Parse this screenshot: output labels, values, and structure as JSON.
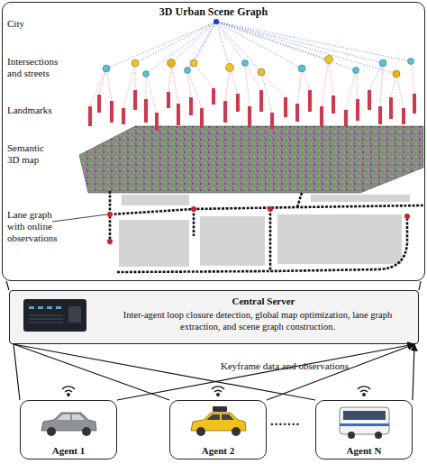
{
  "diagram": {
    "nodes": [
      {
        "text": [
          "3D Urban Scene Graph"
        ]
      },
      {
        "text": [
          "Central Server",
          "Inter-agent loop closure detection, global map optimization, lane graph extraction, and scene graph construction."
        ]
      },
      {
        "text": [
          "Agent 1"
        ]
      },
      {
        "text": [
          "Agent 2"
        ]
      },
      {
        "text": [
          "Agent N"
        ]
      }
    ],
    "edges": [
      {
        "from": 1,
        "to": 0,
        "arrow": "none"
      },
      {
        "from": 2,
        "to": 1,
        "arrow": "to"
      },
      {
        "from": 3,
        "to": 1,
        "arrow": "to"
      },
      {
        "from": 4,
        "to": 1,
        "arrow": "to"
      }
    ],
    "labels": [
      "City",
      "Intersections and streets",
      "Landmarks",
      "Semantic 3D map",
      "Lane graph with online observations",
      "Keyframe data and observations",
      "......."
    ]
  }
}
